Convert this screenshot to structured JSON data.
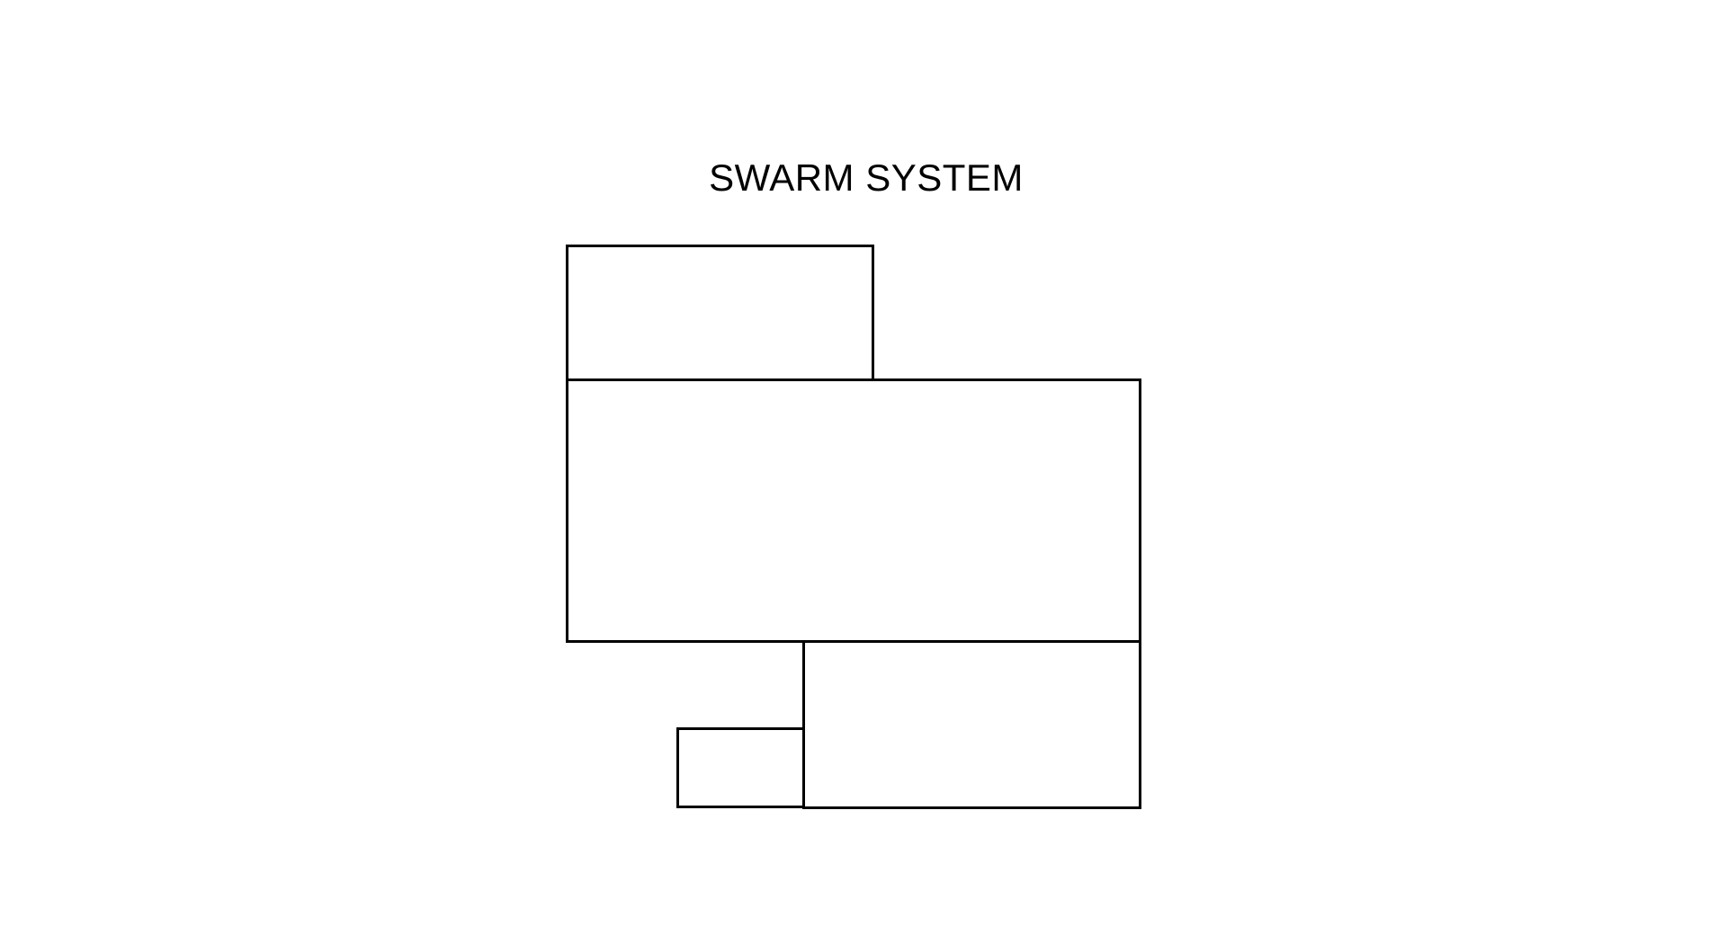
{
  "diagram": {
    "title": "SWARM SYSTEM",
    "stroke_color": "#000000",
    "background_color": "#ffffff",
    "blocks": [
      {
        "id": "block-top-left",
        "label": ""
      },
      {
        "id": "block-main",
        "label": ""
      },
      {
        "id": "block-bottom-right",
        "label": ""
      },
      {
        "id": "block-bottom-small",
        "label": ""
      }
    ]
  }
}
